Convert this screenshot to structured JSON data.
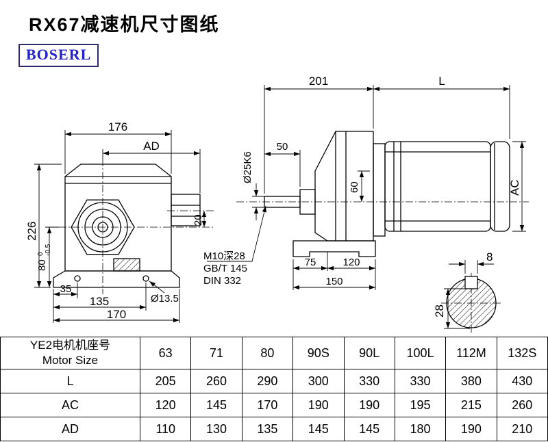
{
  "header": {
    "title": "RX67减速机尺寸图纸",
    "logo": "BOSERL"
  },
  "colors": {
    "ink": "#000000",
    "logo_text": "#2222cc",
    "logo_border": "#2b2b6e",
    "background": "#ffffff"
  },
  "front_view": {
    "dim_176": "176",
    "dim_ad": "AD",
    "dim_226": "226",
    "dim_80": "80",
    "dim_80_tol_upper": "0",
    "dim_80_tol_lower": "-0.5",
    "dim_35": "35",
    "dim_135": "135",
    "dim_170": "170",
    "dim_20": "20",
    "dim_hole": "Ø13.5"
  },
  "side_view": {
    "dim_201": "201",
    "dim_L": "L",
    "dim_50": "50",
    "dim_shaft_dia": "Ø25K6",
    "dim_60": "60",
    "dim_AC": "AC",
    "note_thread": "M10深28",
    "note_gb": "GB/T 145",
    "note_din": "DIN 332",
    "dim_75": "75",
    "dim_120": "120",
    "dim_150": "150"
  },
  "section_view": {
    "dim_key_width": "8",
    "dim_28": "28"
  },
  "table": {
    "header_cn": "YE2电机机座号",
    "header_en": "Motor Size",
    "sizes": [
      "63",
      "71",
      "80",
      "90S",
      "90L",
      "100L",
      "112M",
      "132S"
    ],
    "rows": [
      {
        "label": "L",
        "values": [
          "205",
          "260",
          "290",
          "300",
          "330",
          "330",
          "380",
          "430"
        ]
      },
      {
        "label": "AC",
        "values": [
          "120",
          "145",
          "170",
          "190",
          "190",
          "195",
          "215",
          "260"
        ]
      },
      {
        "label": "AD",
        "values": [
          "110",
          "130",
          "135",
          "145",
          "145",
          "180",
          "190",
          "210"
        ]
      }
    ]
  }
}
